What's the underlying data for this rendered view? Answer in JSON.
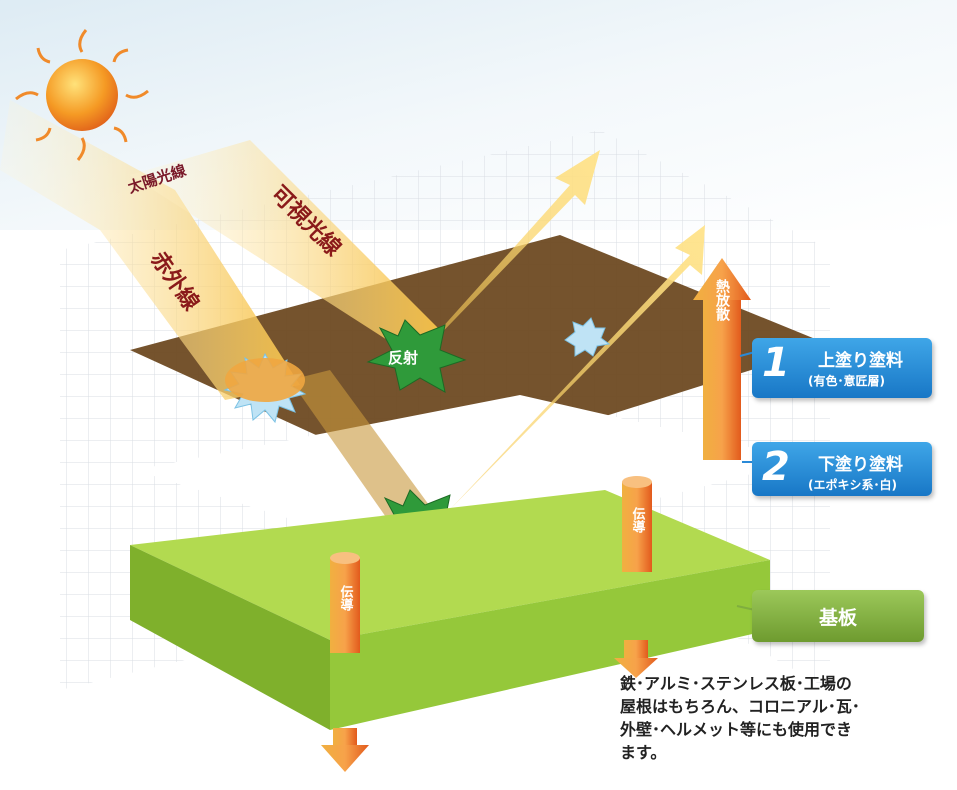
{
  "labels": {
    "sunlight": "太陽光線",
    "infrared": "赤外線",
    "visible_light": "可視光線",
    "reflection": "反射",
    "heat_dissipation": "熱放散",
    "conduction": "伝導"
  },
  "legend": {
    "top_coat": {
      "number": "1",
      "name": "上塗り塗料",
      "note": "(有色･意匠層)"
    },
    "under_coat": {
      "number": "2",
      "name": "下塗り塗料",
      "note": "(エポキシ系･白)"
    },
    "substrate": {
      "name": "基板"
    }
  },
  "caption": "鉄･アルミ･ステンレス板･工場の\n屋根はもちろん、コロニアル･瓦･\n外壁･ヘルメット等にも使用でき\nます。",
  "colors": {
    "top_layer": "#6e4a22",
    "substrate": "#a6d43f",
    "beam": "#f5c54a",
    "reflect_burst": "#3aa53a",
    "label_blue": "#2a8ad8",
    "label_green": "#7fae3e",
    "heat_arrow": "#f07a2a"
  },
  "icons": [
    "sun-icon",
    "reflection-burst-icon",
    "heat-arrow-icon"
  ]
}
